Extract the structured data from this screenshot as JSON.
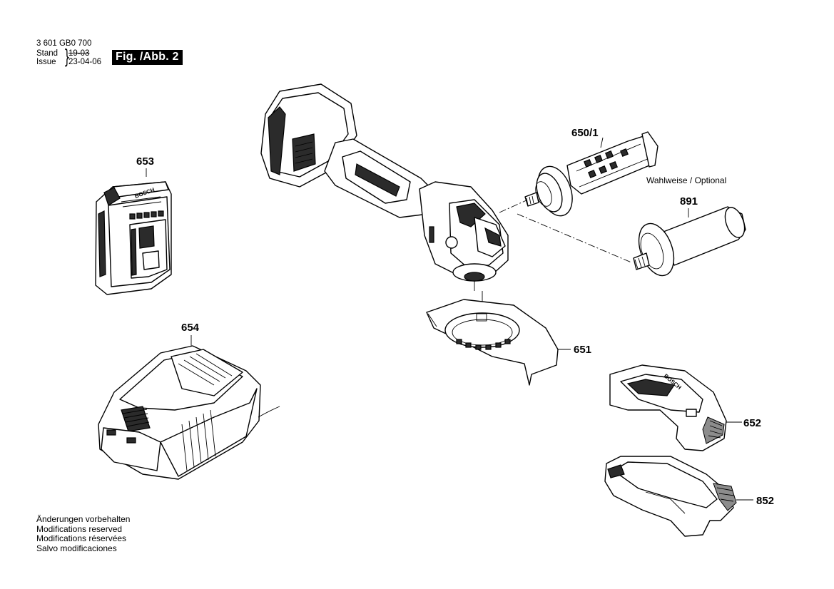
{
  "header": {
    "part_number": "3 601 GB0 700",
    "stand_label": "Stand",
    "issue_label": "Issue",
    "stand_date": "19-03",
    "issue_date": "23-04-06",
    "figure_label": "Fig. /Abb. 2"
  },
  "callouts": {
    "battery": "653",
    "charger": "654",
    "aux_handle": "650/1",
    "optional_handle": "891",
    "optional_note": "Wahlweise / Optional",
    "guard": "651",
    "cutting_guard": "652",
    "guard_852": "852"
  },
  "notes": [
    "Änderungen vorbehalten",
    "Modifications reserved",
    "Modifications réservées",
    "Salvo modificaciones"
  ],
  "graphics": {
    "brand_text": "BOSCH"
  }
}
